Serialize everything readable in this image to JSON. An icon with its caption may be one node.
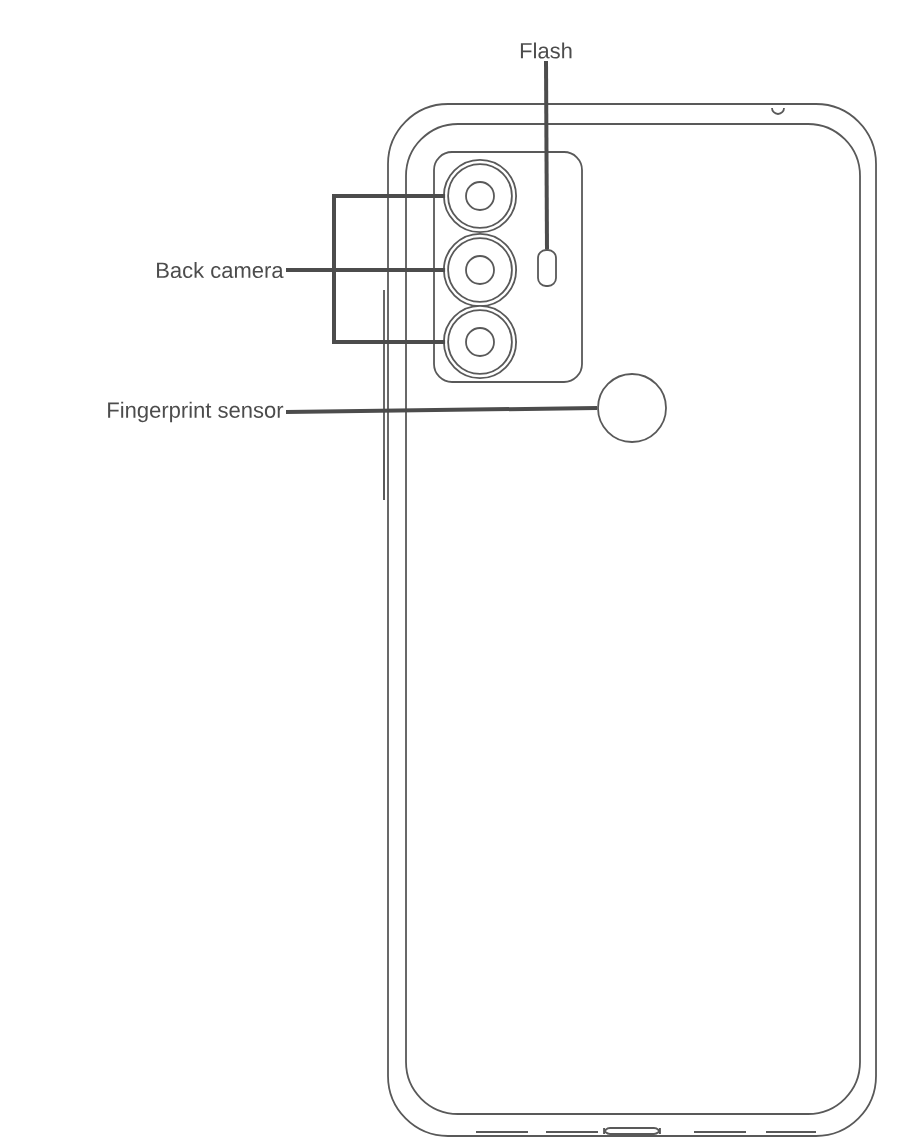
{
  "diagram": {
    "nodes": [
      {
        "text": [
          "Flash"
        ]
      },
      {
        "text": [],
        "shape": "box"
      },
      {
        "text": [
          "Back camera"
        ]
      },
      {
        "text": [],
        "shape": "circle"
      },
      {
        "text": [],
        "shape": "circle"
      },
      {
        "text": [],
        "shape": "circle"
      },
      {
        "text": [
          "Fingerprint sensor"
        ]
      },
      {
        "text": [],
        "shape": "circle"
      }
    ],
    "edges": [
      {
        "from": 0,
        "to": 1,
        "arrow": "none"
      },
      {
        "from": 2,
        "to": 3,
        "arrow": "none"
      },
      {
        "from": 2,
        "to": 4,
        "arrow": "none"
      },
      {
        "from": 2,
        "to": 5,
        "arrow": "none"
      },
      {
        "from": 6,
        "to": 7,
        "arrow": "none"
      }
    ]
  }
}
